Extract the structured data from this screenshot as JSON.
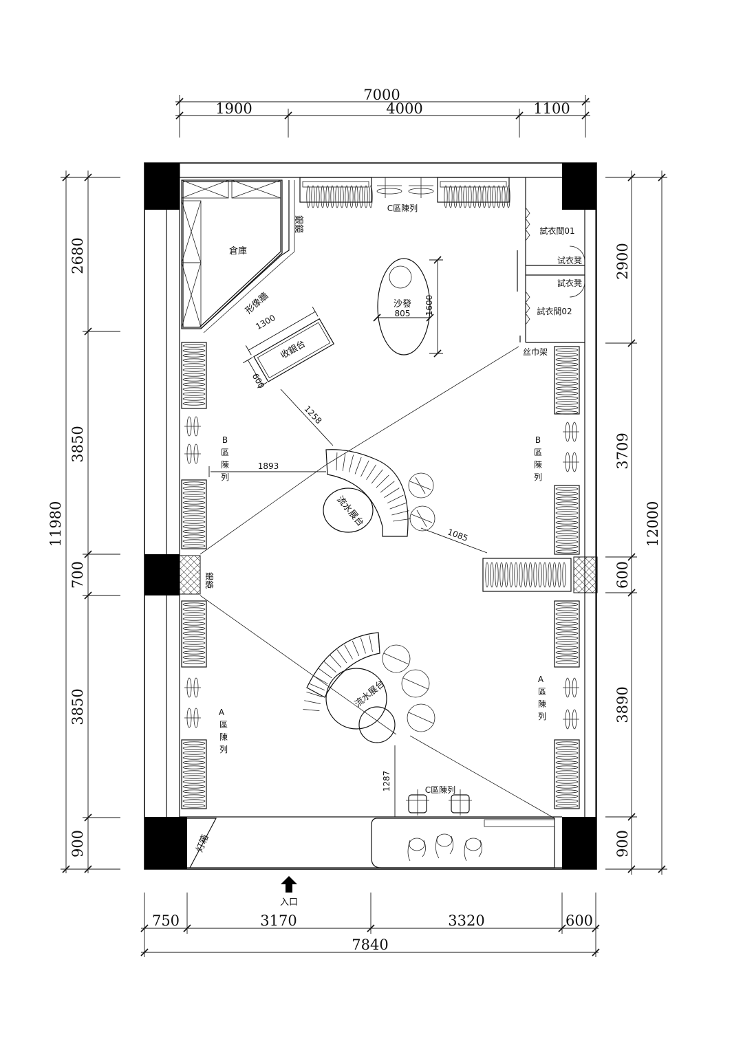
{
  "dims": {
    "top_total": "7000",
    "top_parts": [
      "1900",
      "4000",
      "1100"
    ],
    "bottom_total": "7840",
    "bottom_parts": [
      "750",
      "3170",
      "3320",
      "600"
    ],
    "left_total": "11980",
    "left_parts": [
      "2680",
      "3850",
      "700",
      "3850",
      "900"
    ],
    "right_total": "12000",
    "right_parts": [
      "2900",
      "3709",
      "600",
      "3890",
      "900"
    ],
    "inner": {
      "d1300": "1300",
      "d600": "600",
      "d1258": "1258",
      "d1893": "1893",
      "d805": "805",
      "d1600": "1600",
      "d1085": "1085",
      "d1287": "1287"
    }
  },
  "labels": {
    "warehouse": "倉庫",
    "mirror_top": "銀鏡",
    "mirror_mid": "銀鏡",
    "image_wall": "形像牆",
    "cashier": "收銀台",
    "sofa": "沙發",
    "c_zone_top": "C區陳列",
    "c_zone_bottom": "C區陳列",
    "fitting_01": "試衣間01",
    "fitting_02": "試衣間02",
    "fitting_stool_1": "试衣凳",
    "fitting_stool_2": "試衣凳",
    "scarf_rack": "丝巾架",
    "b_zone_left": [
      "B",
      "區",
      "陳",
      "列"
    ],
    "b_zone_right": [
      "B",
      "區",
      "陳",
      "列"
    ],
    "a_zone_left": [
      "A",
      "區",
      "陳",
      "列"
    ],
    "a_zone_right": [
      "A",
      "區",
      "陳",
      "列"
    ],
    "flow_table_top": "流水展台",
    "flow_table_bottom": "流水展台",
    "lightbox": "灯箱",
    "entrance": "入口"
  }
}
